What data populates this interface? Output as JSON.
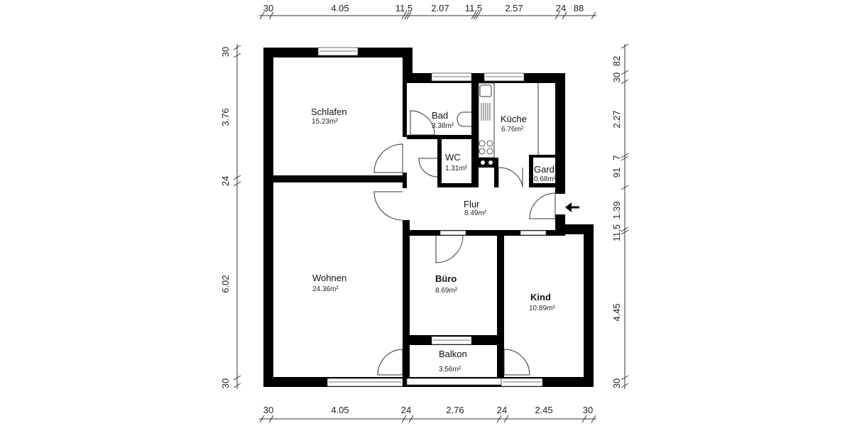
{
  "plan": {
    "rooms": [
      {
        "name": "Schlafen",
        "area": "15.23m²"
      },
      {
        "name": "Bad",
        "area": "3.38m²"
      },
      {
        "name": "Küche",
        "area": "6.76m²"
      },
      {
        "name": "WC",
        "area": "1.31m²"
      },
      {
        "name": "Gard.",
        "area": "0.68m²"
      },
      {
        "name": "Flur",
        "area": "8.49m²"
      },
      {
        "name": "Wohnen",
        "area": "24.36m²"
      },
      {
        "name": "Büro",
        "area": "8.69m²"
      },
      {
        "name": "Kind",
        "area": "10.89m²"
      },
      {
        "name": "Balkon",
        "area": "3.56m²"
      }
    ],
    "dimensions": {
      "top": [
        "30",
        "4.05",
        "11,5",
        "2.07",
        "11,5",
        "2.57",
        "24",
        "88"
      ],
      "bottom": [
        "30",
        "4.05",
        "24",
        "2.76",
        "24",
        "2.45",
        "30"
      ],
      "left": [
        "30",
        "3.76",
        "24",
        "6.02",
        "30"
      ],
      "right": [
        "82",
        "30",
        "2.27",
        "7",
        "91",
        "1.39",
        "11,5",
        "4.45",
        "30"
      ]
    },
    "entrance_marker": "arrow-left"
  }
}
